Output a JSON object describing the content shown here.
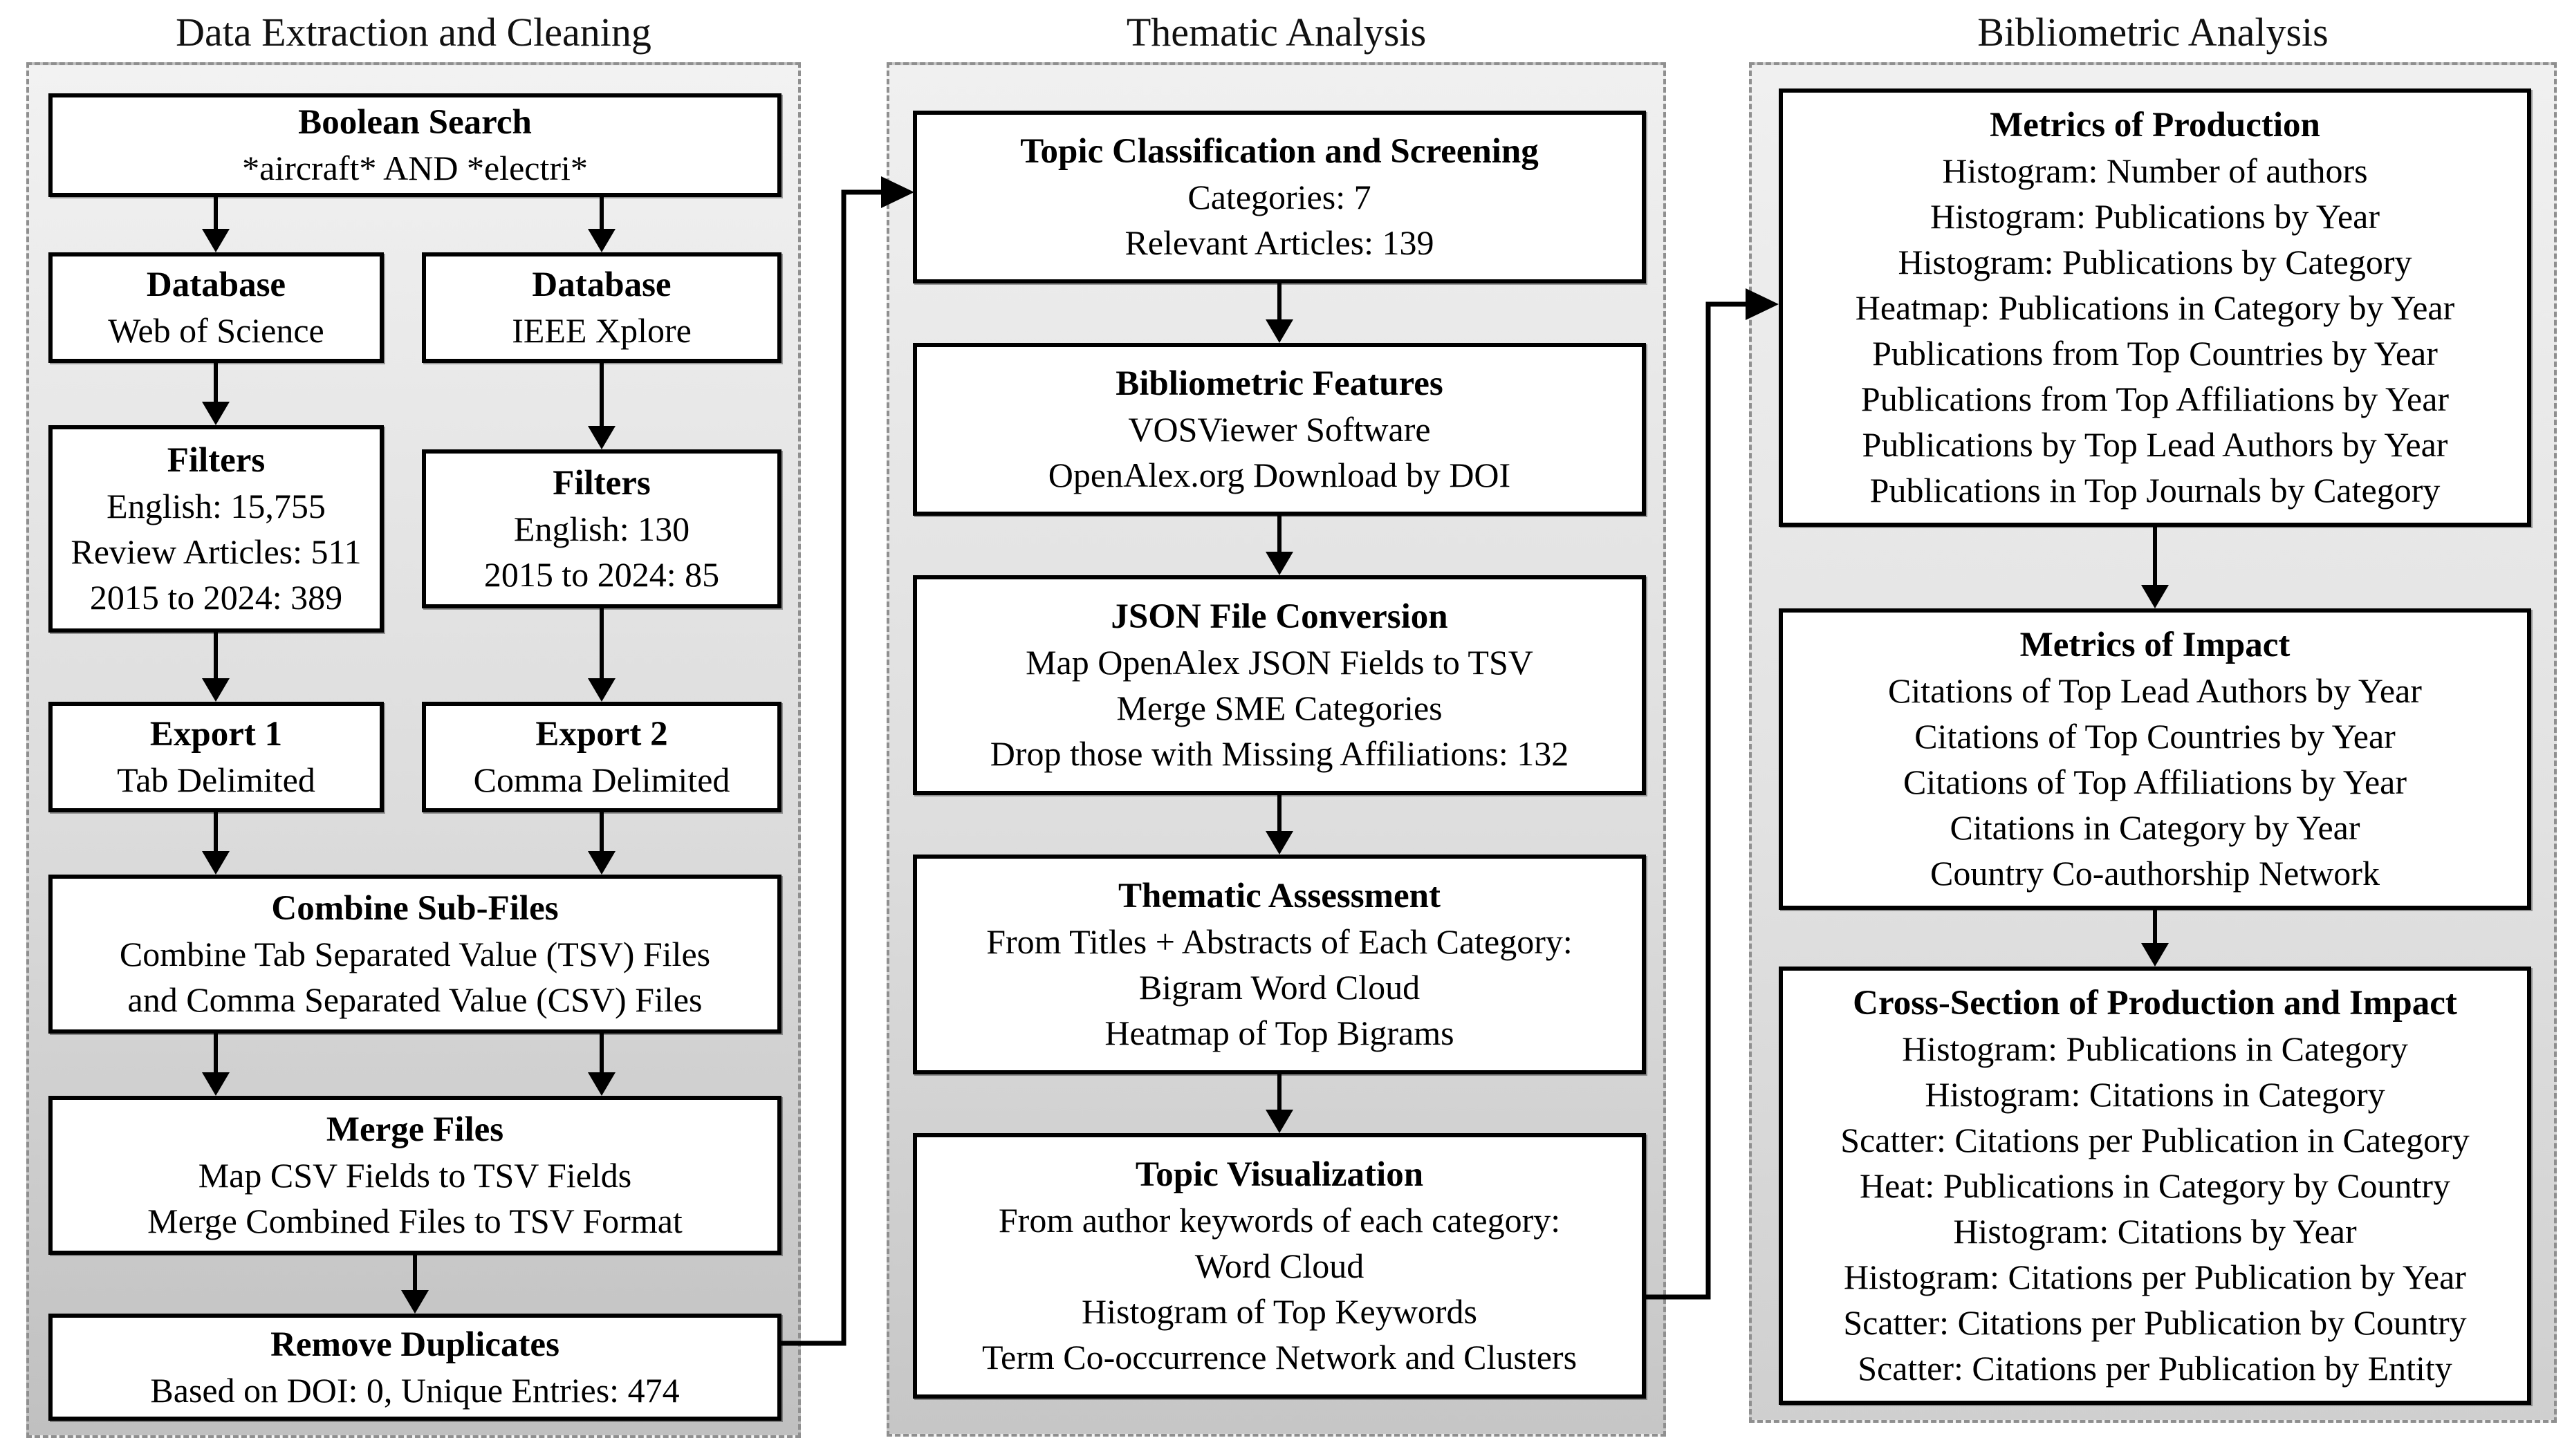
{
  "col1": {
    "title": "Data Extraction and Cleaning",
    "boolean": {
      "title": "Boolean Search",
      "l1": "*aircraft* AND *electri*"
    },
    "db_wos": {
      "title": "Database",
      "l1": "Web of Science"
    },
    "db_ieee": {
      "title": "Database",
      "l1": "IEEE Xplore"
    },
    "filters_wos": {
      "title": "Filters",
      "l1": "English: 15,755",
      "l2": "Review Articles: 511",
      "l3": "2015 to 2024: 389"
    },
    "filters_ieee": {
      "title": "Filters",
      "l1": "English: 130",
      "l2": "2015 to 2024: 85"
    },
    "export1": {
      "title": "Export 1",
      "l1": "Tab Delimited"
    },
    "export2": {
      "title": "Export 2",
      "l1": "Comma Delimited"
    },
    "combine": {
      "title": "Combine Sub-Files",
      "l1": "Combine Tab Separated Value (TSV) Files",
      "l2": "and Comma Separated Value (CSV) Files"
    },
    "merge": {
      "title": "Merge Files",
      "l1": "Map CSV Fields to TSV Fields",
      "l2": "Merge Combined Files to TSV Format"
    },
    "dedup": {
      "title": "Remove Duplicates",
      "l1": "Based on DOI: 0, Unique Entries: 474"
    }
  },
  "col2": {
    "title": "Thematic Analysis",
    "topic": {
      "title": "Topic Classification and Screening",
      "l1": "Categories: 7",
      "l2": "Relevant Articles: 139"
    },
    "biblio": {
      "title": "Bibliometric Features",
      "l1": "VOSViewer Software",
      "l2": "OpenAlex.org Download by DOI"
    },
    "json": {
      "title": "JSON File Conversion",
      "l1": "Map OpenAlex JSON Fields to TSV",
      "l2": "Merge SME Categories",
      "l3": "Drop those with Missing Affiliations: 132"
    },
    "thematic": {
      "title": "Thematic Assessment",
      "l1": "From Titles + Abstracts of Each Category:",
      "l2": "Bigram Word Cloud",
      "l3": "Heatmap of Top Bigrams"
    },
    "viz": {
      "title": "Topic Visualization",
      "l1": "From author keywords of each category:",
      "l2": "Word Cloud",
      "l3": "Histogram of Top Keywords",
      "l4": "Term Co-occurrence Network and Clusters"
    }
  },
  "col3": {
    "title": "Bibliometric Analysis",
    "production": {
      "title": "Metrics of Production",
      "l1": "Histogram: Number of authors",
      "l2": "Histogram: Publications by Year",
      "l3": "Histogram: Publications by Category",
      "l4": "Heatmap: Publications in Category by Year",
      "l5": "Publications from Top Countries by Year",
      "l6": "Publications from Top Affiliations by Year",
      "l7": "Publications by Top Lead Authors by Year",
      "l8": "Publications in Top Journals by Category"
    },
    "impact": {
      "title": "Metrics of Impact",
      "l1": "Citations of Top Lead Authors by Year",
      "l2": "Citations of Top Countries by Year",
      "l3": "Citations of Top Affiliations by Year",
      "l4": "Citations in Category by Year",
      "l5": "Country Co-authorship Network"
    },
    "cross": {
      "title": "Cross-Section of Production and Impact",
      "l1": "Histogram: Publications in Category",
      "l2": "Histogram: Citations in Category",
      "l3": "Scatter: Citations per Publication in Category",
      "l4": "Heat: Publications in Category by Country",
      "l5": "Histogram: Citations by Year",
      "l6": "Histogram: Citations per Publication by Year",
      "l7": "Scatter: Citations per Publication by Country",
      "l8": "Scatter: Citations per Publication by Entity"
    }
  }
}
